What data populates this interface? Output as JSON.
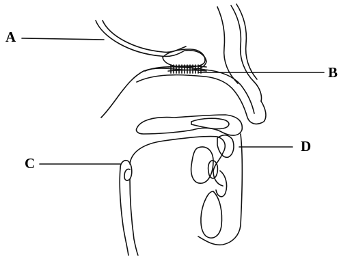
{
  "labels": {
    "a": "A",
    "b": "B",
    "c": "C",
    "d": "D"
  },
  "colors": {
    "stroke": "#111111",
    "background": "#ffffff"
  }
}
